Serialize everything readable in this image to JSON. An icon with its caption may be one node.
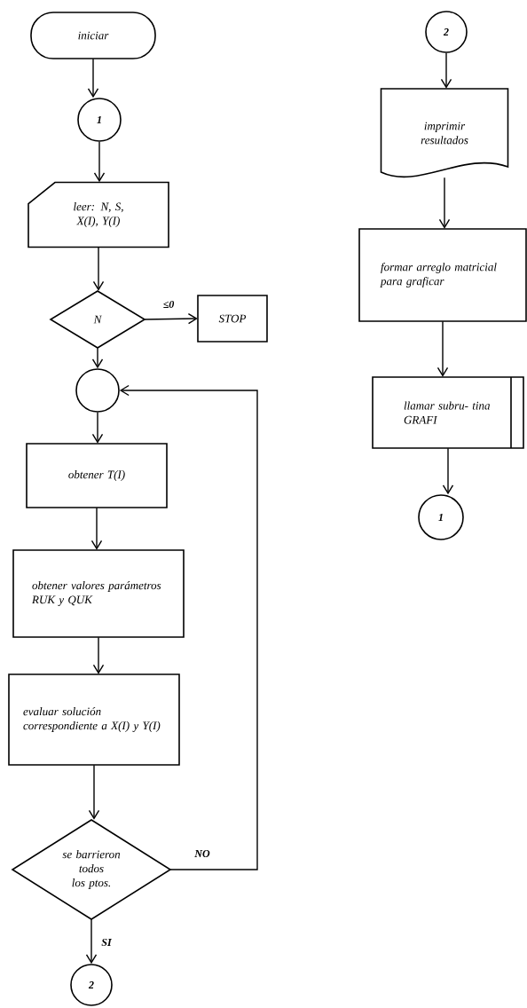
{
  "diagram": {
    "nodes": [
      {
        "text": [
          "iniciar"
        ]
      },
      {
        "text": [
          "1"
        ]
      },
      {
        "text": [
          "leer: N, S, X(I), Y(I)"
        ]
      },
      {
        "text": [
          "N"
        ]
      },
      {
        "text": [
          "STOP"
        ]
      },
      {
        "text": [],
        "shape": "circle"
      },
      {
        "text": [
          "obtener T(I)"
        ]
      },
      {
        "text": [
          "obtener valores parámetros RUK y QUK"
        ]
      },
      {
        "text": [
          "evaluar solución correspondiente a X(I) y Y(I)"
        ]
      },
      {
        "text": [
          "se barrieron todos los ptos."
        ]
      },
      {
        "text": [
          "2"
        ]
      },
      {
        "text": [
          "2"
        ]
      },
      {
        "text": [
          "imprimir resultados"
        ]
      },
      {
        "text": [
          "formar arreglo matricial para graficar"
        ]
      },
      {
        "text": [
          "llamar subru- tina GRAFI"
        ]
      },
      {
        "text": [
          "1"
        ]
      }
    ],
    "edges": [
      {
        "from": 0,
        "to": 1,
        "arrow": "to"
      },
      {
        "from": 1,
        "to": 2,
        "arrow": "to"
      },
      {
        "from": 2,
        "to": 3,
        "arrow": "to"
      },
      {
        "from": 3,
        "to": 4,
        "arrow": "to",
        "label": "≤0"
      },
      {
        "from": 3,
        "to": 5,
        "arrow": "to"
      },
      {
        "from": 5,
        "to": 6,
        "arrow": "to"
      },
      {
        "from": 6,
        "to": 7,
        "arrow": "to"
      },
      {
        "from": 7,
        "to": 8,
        "arrow": "to"
      },
      {
        "from": 8,
        "to": 9,
        "arrow": "to"
      },
      {
        "from": 9,
        "to": 5,
        "arrow": "to",
        "label": "NO"
      },
      {
        "from": 9,
        "to": 10,
        "arrow": "to",
        "label": "SI"
      },
      {
        "from": 11,
        "to": 12,
        "arrow": "to"
      },
      {
        "from": 12,
        "to": 13,
        "arrow": "to"
      },
      {
        "from": 13,
        "to": 14,
        "arrow": "to"
      },
      {
        "from": 14,
        "to": 15,
        "arrow": "to"
      }
    ]
  }
}
